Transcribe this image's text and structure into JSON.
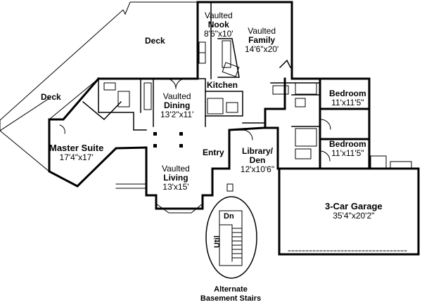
{
  "rooms": {
    "deck_top": {
      "name": "Deck"
    },
    "deck_left": {
      "name": "Deck"
    },
    "nook": {
      "qualifier": "Vaulted",
      "name": "Nook",
      "dims": "8'6\"x10'"
    },
    "family": {
      "qualifier": "Vaulted",
      "name": "Family",
      "dims": "14'6\"x20'"
    },
    "kitchen": {
      "name": "Kitchen"
    },
    "dining": {
      "qualifier": "Vaulted",
      "name": "Dining",
      "dims": "13'2\"x11'"
    },
    "bedroom1": {
      "name": "Bedroom",
      "dims": "11'x11'5\""
    },
    "bedroom2": {
      "name": "Bedroom",
      "dims": "11'x11'5\""
    },
    "master": {
      "name": "Master Suite",
      "dims": "17'4\"x17'"
    },
    "entry": {
      "name": "Entry"
    },
    "library": {
      "name": "Library/ Den",
      "dims": "12'x10'6\""
    },
    "living": {
      "qualifier": "Vaulted",
      "name": "Living",
      "dims": "13'x15'"
    },
    "garage": {
      "name": "3-Car Garage",
      "dims": "35'4\"x20'2\""
    }
  },
  "inset": {
    "dn": "Dn",
    "util": "Util",
    "caption_line1": "Alternate",
    "caption_line2": "Basement Stairs"
  }
}
